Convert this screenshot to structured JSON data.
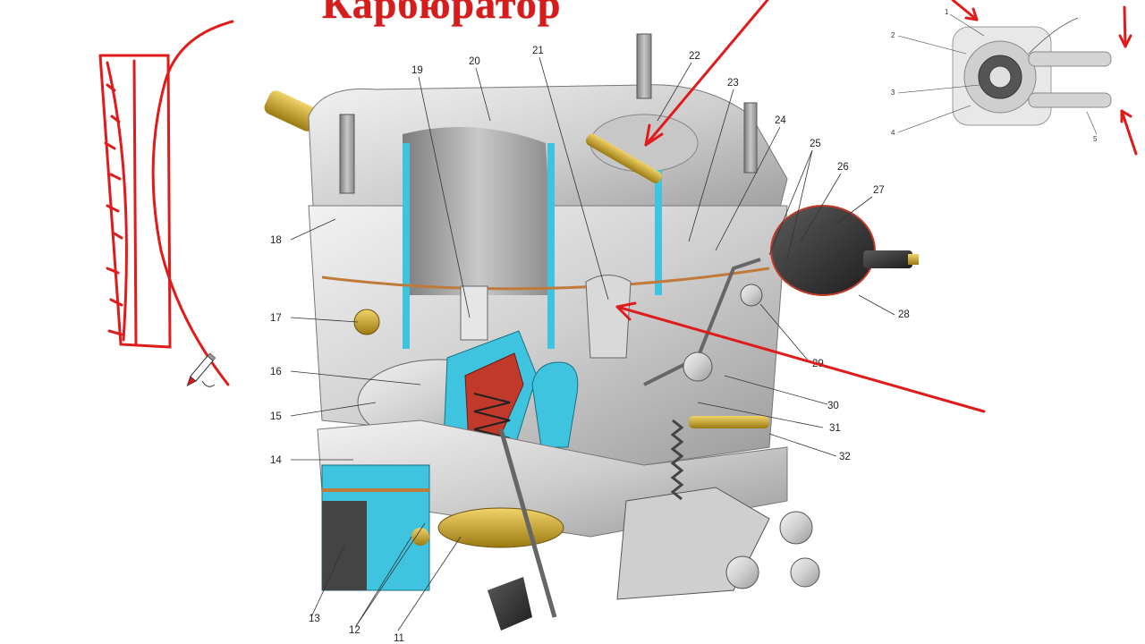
{
  "title": "Карбюратор",
  "colors": {
    "annotation_red": "#e01b1b",
    "body_metal": "#d8d8d8",
    "cutaway_blue": "#3fc4e0",
    "copper_stripe": "#c07a3a",
    "diaphragm_red": "#c0392b",
    "brass": "#c9a227"
  },
  "callouts": [
    {
      "id": "c11",
      "text": "11"
    },
    {
      "id": "c12",
      "text": "12"
    },
    {
      "id": "c13",
      "text": "13"
    },
    {
      "id": "c14",
      "text": "14"
    },
    {
      "id": "c15",
      "text": "15"
    },
    {
      "id": "c16",
      "text": "16"
    },
    {
      "id": "c17",
      "text": "17"
    },
    {
      "id": "c18",
      "text": "18"
    },
    {
      "id": "c19",
      "text": "19"
    },
    {
      "id": "c20",
      "text": "20"
    },
    {
      "id": "c21",
      "text": "21"
    },
    {
      "id": "c22",
      "text": "22"
    },
    {
      "id": "c23",
      "text": "23"
    },
    {
      "id": "c24",
      "text": "24"
    },
    {
      "id": "c25",
      "text": "25"
    },
    {
      "id": "c26",
      "text": "26"
    },
    {
      "id": "c27",
      "text": "27"
    },
    {
      "id": "c28",
      "text": "28"
    },
    {
      "id": "c29",
      "text": "29"
    },
    {
      "id": "c30",
      "text": "30"
    },
    {
      "id": "c31",
      "text": "31"
    },
    {
      "id": "c32",
      "text": "32"
    }
  ],
  "inset_labels": [
    "1",
    "2",
    "3",
    "4",
    "5"
  ],
  "icons": [
    "pencil-cursor-icon"
  ]
}
